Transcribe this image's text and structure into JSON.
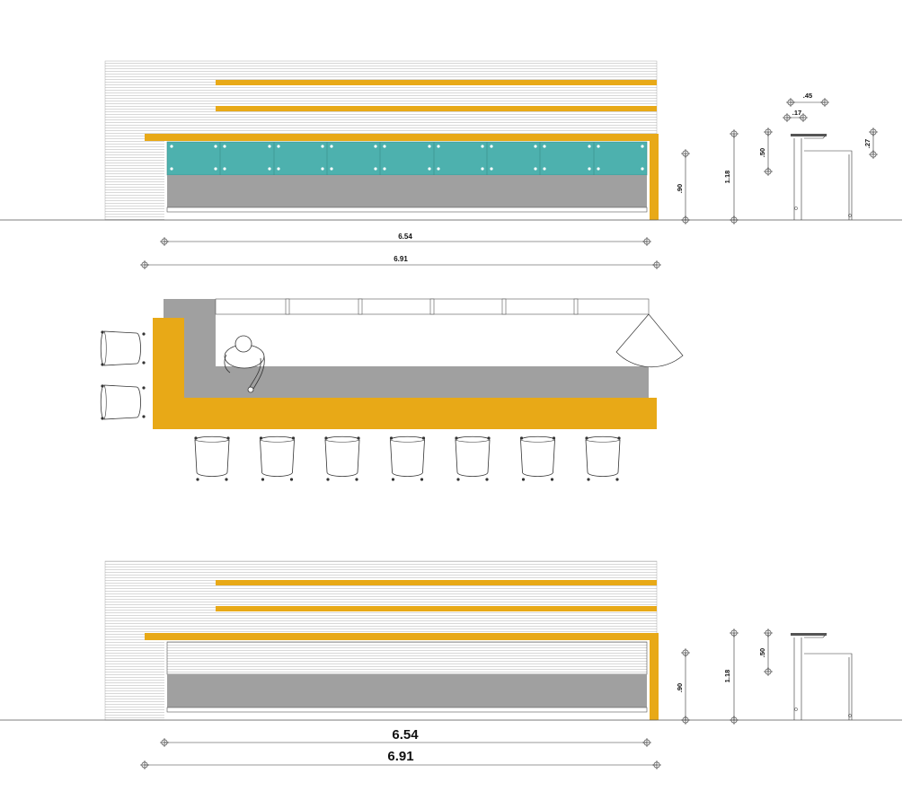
{
  "colors": {
    "orange": "#E8A917",
    "teal": "#4DB1AE",
    "gray": "#A0A0A0",
    "wall_lines": "#BDBDBD",
    "line": "#333333"
  },
  "elevation_top": {
    "dim_inner": "6.54",
    "dim_outer": "6.91",
    "height_counter": ".90",
    "height_total": "1.18",
    "section_upper": ".50",
    "section_shelf": ".27",
    "section_width": ".45",
    "section_depth": ".17"
  },
  "elevation_bottom": {
    "dim_inner": "6.54",
    "dim_outer": "6.91",
    "height_counter": ".90",
    "height_total": "1.18",
    "section_upper": ".50"
  },
  "plan": {
    "bar_stools_front_count": 7,
    "bar_stools_side_count": 2
  }
}
